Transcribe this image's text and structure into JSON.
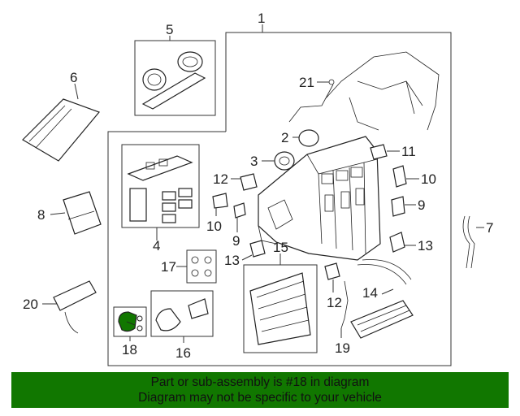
{
  "callouts": {
    "c1": "1",
    "c2": "2",
    "c3": "3",
    "c4": "4",
    "c5": "5",
    "c6": "6",
    "c7": "7",
    "c8": "8",
    "c9": "9",
    "c10a": "10",
    "c10b": "10",
    "c11": "11",
    "c12a": "12",
    "c12b": "12",
    "c13a": "13",
    "c13b": "13",
    "c14": "14",
    "c15": "15",
    "c16": "16",
    "c17": "17",
    "c18": "18",
    "c19": "19",
    "c20": "20",
    "c21": "21",
    "c9b": "9"
  },
  "highlight_color": "#117700",
  "banner": {
    "line1": "Part or sub-assembly is #18 in diagram",
    "line2": "Diagram may not be specific to your vehicle"
  }
}
